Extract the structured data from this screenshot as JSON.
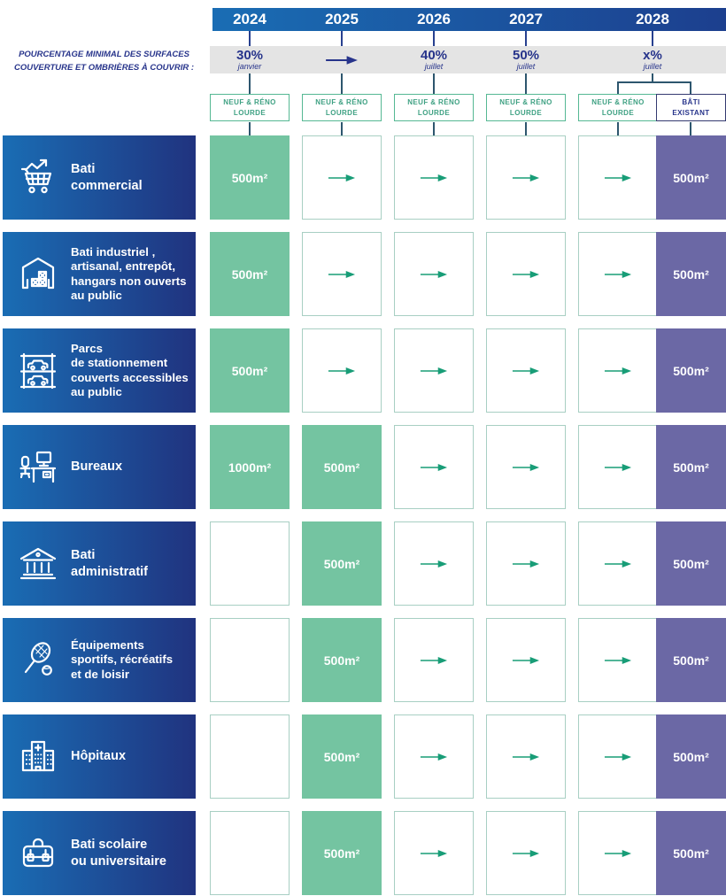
{
  "caption": {
    "line1": "POURCENTAGE MINIMAL DES SURFACES",
    "line2": "COUVERTURE ET OMBRIÈRES À COUVRIR :"
  },
  "timeline": {
    "years": [
      "2024",
      "2025",
      "2026",
      "2027",
      "2028"
    ]
  },
  "milestones": [
    {
      "type": "text",
      "value": "30%",
      "sub": "janvier"
    },
    {
      "type": "arrow"
    },
    {
      "type": "text",
      "value": "40%",
      "sub": "juillet"
    },
    {
      "type": "text",
      "value": "50%",
      "sub": "juillet"
    },
    {
      "type": "text",
      "value": "x%",
      "sub": "juillet"
    }
  ],
  "column_headers": [
    {
      "line1": "NEUF & RÉNO",
      "line2": "LOURDE",
      "style": "new"
    },
    {
      "line1": "NEUF & RÉNO",
      "line2": "LOURDE",
      "style": "new"
    },
    {
      "line1": "NEUF & RÉNO",
      "line2": "LOURDE",
      "style": "new"
    },
    {
      "line1": "NEUF & RÉNO",
      "line2": "LOURDE",
      "style": "new"
    },
    {
      "line1": "NEUF & RÉNO",
      "line2": "LOURDE",
      "style": "new"
    },
    {
      "line1": "BÂTI",
      "line2": "EXISTANT",
      "style": "existing"
    }
  ],
  "colors": {
    "navy": "#27348b",
    "year_bar_left": "#1a6db4",
    "year_bar_right": "#1c3f8e",
    "row_gradient_left": "#1a6db4",
    "row_gradient_right": "#20337f",
    "green_fill": "#74c4a1",
    "green_border": "#55b893",
    "green_arrow": "#189d77",
    "purple_fill": "#6b68a5",
    "gray_bar": "#e4e4e4"
  },
  "rows": [
    {
      "icon": "cart-icon",
      "label": "Bati\ncommercial",
      "cells": [
        {
          "type": "value-new",
          "text": "500m²"
        },
        {
          "type": "arrow"
        },
        {
          "type": "arrow"
        },
        {
          "type": "arrow"
        },
        {
          "type": "arrow"
        },
        {
          "type": "value-existing",
          "text": "500m²"
        }
      ]
    },
    {
      "icon": "warehouse-icon",
      "label": "Bati industriel ,\nartisanal, entrepôt,\nhangars non ouverts\nau public",
      "cells": [
        {
          "type": "value-new",
          "text": "500m²"
        },
        {
          "type": "arrow"
        },
        {
          "type": "arrow"
        },
        {
          "type": "arrow"
        },
        {
          "type": "arrow"
        },
        {
          "type": "value-existing",
          "text": "500m²"
        }
      ]
    },
    {
      "icon": "parking-icon",
      "label": "Parcs\nde stationnement\ncouverts accessibles\nau public",
      "cells": [
        {
          "type": "value-new",
          "text": "500m²"
        },
        {
          "type": "arrow"
        },
        {
          "type": "arrow"
        },
        {
          "type": "arrow"
        },
        {
          "type": "arrow"
        },
        {
          "type": "value-existing",
          "text": "500m²"
        }
      ]
    },
    {
      "icon": "desk-icon",
      "label": "Bureaux",
      "cells": [
        {
          "type": "value-new",
          "text": "1000m²"
        },
        {
          "type": "value-new",
          "text": "500m²"
        },
        {
          "type": "arrow"
        },
        {
          "type": "arrow"
        },
        {
          "type": "arrow"
        },
        {
          "type": "value-existing",
          "text": "500m²"
        }
      ]
    },
    {
      "icon": "bank-icon",
      "label": "Bati\nadministratif",
      "cells": [
        {
          "type": "empty"
        },
        {
          "type": "value-new",
          "text": "500m²"
        },
        {
          "type": "arrow"
        },
        {
          "type": "arrow"
        },
        {
          "type": "arrow"
        },
        {
          "type": "value-existing",
          "text": "500m²"
        }
      ]
    },
    {
      "icon": "tennis-icon",
      "label": "Équipements\nsportifs, récréatifs\net de loisir",
      "cells": [
        {
          "type": "empty"
        },
        {
          "type": "value-new",
          "text": "500m²"
        },
        {
          "type": "arrow"
        },
        {
          "type": "arrow"
        },
        {
          "type": "arrow"
        },
        {
          "type": "value-existing",
          "text": "500m²"
        }
      ]
    },
    {
      "icon": "hospital-icon",
      "label": "Hôpitaux",
      "cells": [
        {
          "type": "empty"
        },
        {
          "type": "value-new",
          "text": "500m²"
        },
        {
          "type": "arrow"
        },
        {
          "type": "arrow"
        },
        {
          "type": "arrow"
        },
        {
          "type": "value-existing",
          "text": "500m²"
        }
      ]
    },
    {
      "icon": "schoolbag-icon",
      "label": "Bati scolaire\nou universitaire",
      "cells": [
        {
          "type": "empty"
        },
        {
          "type": "value-new",
          "text": "500m²"
        },
        {
          "type": "arrow"
        },
        {
          "type": "arrow"
        },
        {
          "type": "arrow"
        },
        {
          "type": "value-existing",
          "text": "500m²"
        }
      ]
    }
  ]
}
